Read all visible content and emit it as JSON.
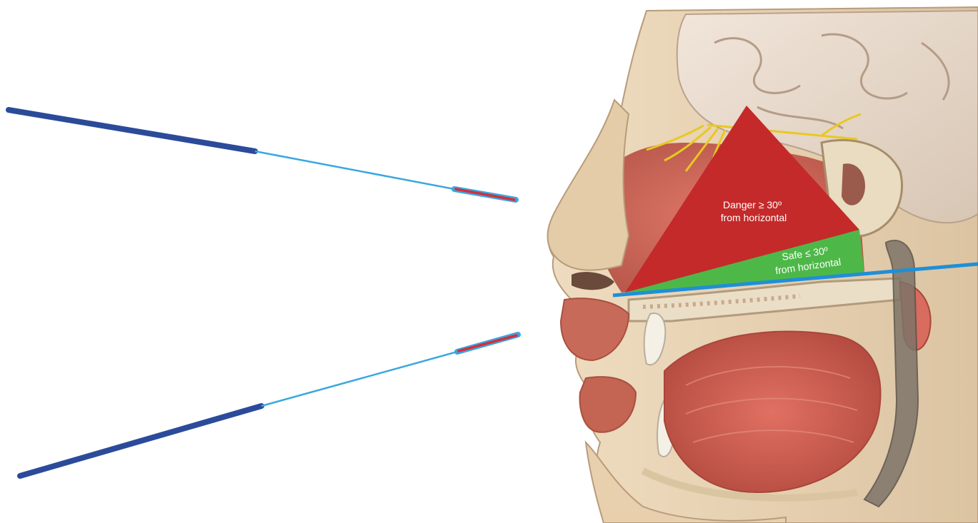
{
  "zones": {
    "danger": {
      "line1": "Danger ≥ 30º",
      "line2": "from horizontal",
      "color": "#c42a2a"
    },
    "safe": {
      "line1": "Safe ≤ 30º",
      "line2": "from horizontal",
      "color": "#4db848"
    }
  },
  "swabs": [
    {
      "name": "upper-swab",
      "label": ""
    },
    {
      "name": "lower-swab",
      "label": ""
    }
  ],
  "colors": {
    "handle": "#2b4b9a",
    "shaft": "#3aa7e0",
    "tip": "#d42f3a",
    "horizontal_line": "#1f8fd6",
    "skin": "#e8cfae",
    "muscle": "#c9574a",
    "bone": "#e6d8b6",
    "nerve": "#f0d020"
  },
  "illustration": "head-sagittal-section"
}
